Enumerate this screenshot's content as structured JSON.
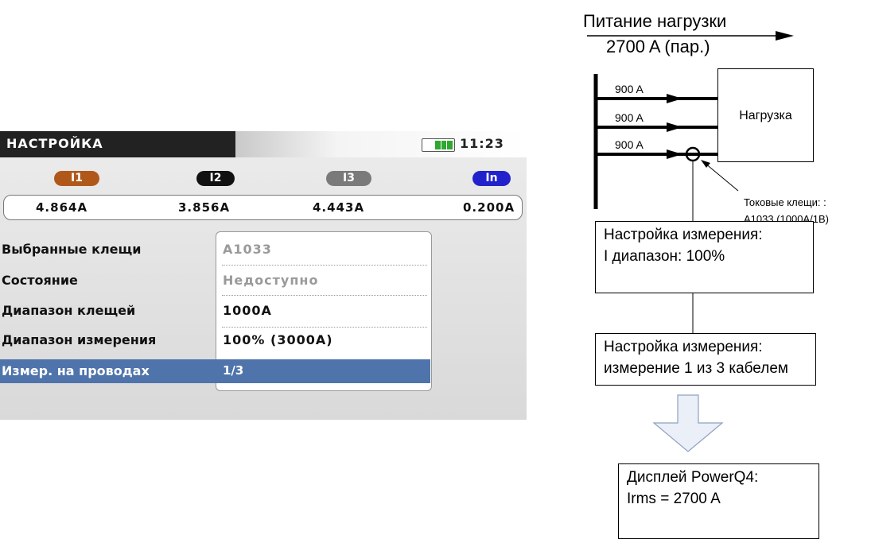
{
  "device": {
    "title": "НАСТРОЙКА",
    "clock": "11:23",
    "channels": [
      {
        "label": "I1",
        "value": "4.864A",
        "color": "#b0581a"
      },
      {
        "label": "I2",
        "value": "3.856A",
        "color": "#111111"
      },
      {
        "label": "I3",
        "value": "4.443A",
        "color": "#7a7a7a"
      },
      {
        "label": "In",
        "value": "0.200A",
        "color": "#2222cc"
      }
    ],
    "settings": [
      {
        "label": "Выбранные клещи",
        "value": "A1033",
        "enabled": false
      },
      {
        "label": "Состояние",
        "value": "Недоступно",
        "enabled": false
      },
      {
        "label": "Диапазон клещей",
        "value": "1000A",
        "enabled": true
      },
      {
        "label": "Диапазон измерения",
        "value": "100% (3000A)",
        "enabled": true
      }
    ],
    "selected_setting": {
      "label": "Измер. на проводах",
      "value": "1/3"
    }
  },
  "diagram": {
    "supply_label": "Питание нагрузки",
    "supply_value": "2700 A (пар.)",
    "wire_labels": [
      "900 A",
      "900 A",
      "900 A"
    ],
    "load_label": "Нагрузка",
    "clamp_label_line1": "Токовые клещи: :",
    "clamp_label_line2": "A1033 (1000A/1B)",
    "setup_box_1": [
      "Настройка измерения:",
      "I диапазон: 100%"
    ],
    "setup_box_2": [
      "Настройка измерения:",
      "измерение 1 из 3 кабелем"
    ],
    "display_box": [
      "Дисплей PowerQ4:",
      "Irms = 2700 A"
    ]
  }
}
